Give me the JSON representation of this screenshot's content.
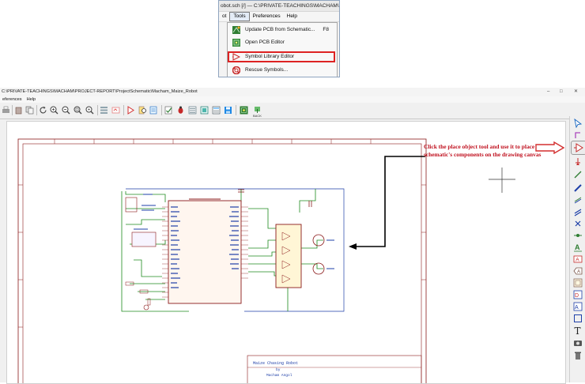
{
  "inset": {
    "title": "obot.sch [/] — C:\\PRIVATE-TEACHINGS\\MACHAM\\PRI",
    "menus": [
      "ot",
      "Tools",
      "Preferences",
      "Help"
    ],
    "active_menu": "Tools",
    "items": [
      {
        "label": "Update PCB from Schematic...",
        "shortcut": "F8",
        "icon": "update-pcb-icon"
      },
      {
        "label": "Open PCB Editor",
        "shortcut": "",
        "icon": "pcb-editor-icon"
      },
      {
        "label": "Symbol Library Editor",
        "shortcut": "",
        "icon": "symbol-editor-icon"
      },
      {
        "label": "Rescue Symbols...",
        "shortcut": "",
        "icon": "rescue-icon"
      }
    ],
    "highlighted": "Symbol Library Editor",
    "highlight_color": "#d22222"
  },
  "window": {
    "title": "C:\\PRIVATE-TEACHINGS\\MACHAM\\PROJECT-REPORT\\ProjectSchematic\\Macham_Maize_Robot",
    "menus": [
      "eferences",
      "Help"
    ],
    "toolbar_back_label": "BACK"
  },
  "annotation": {
    "text": "Click the place object tool and use it to place schematic's components on the drawing canvas",
    "color": "#c0111f"
  },
  "schematic": {
    "frame_color": "#8b1a1a",
    "wire_color": "#1d8a1d",
    "component_color": "#8b1a1a",
    "title_block": {
      "title": "Maize Chasing Robot",
      "by": "by",
      "author": "Macham Angol"
    }
  }
}
